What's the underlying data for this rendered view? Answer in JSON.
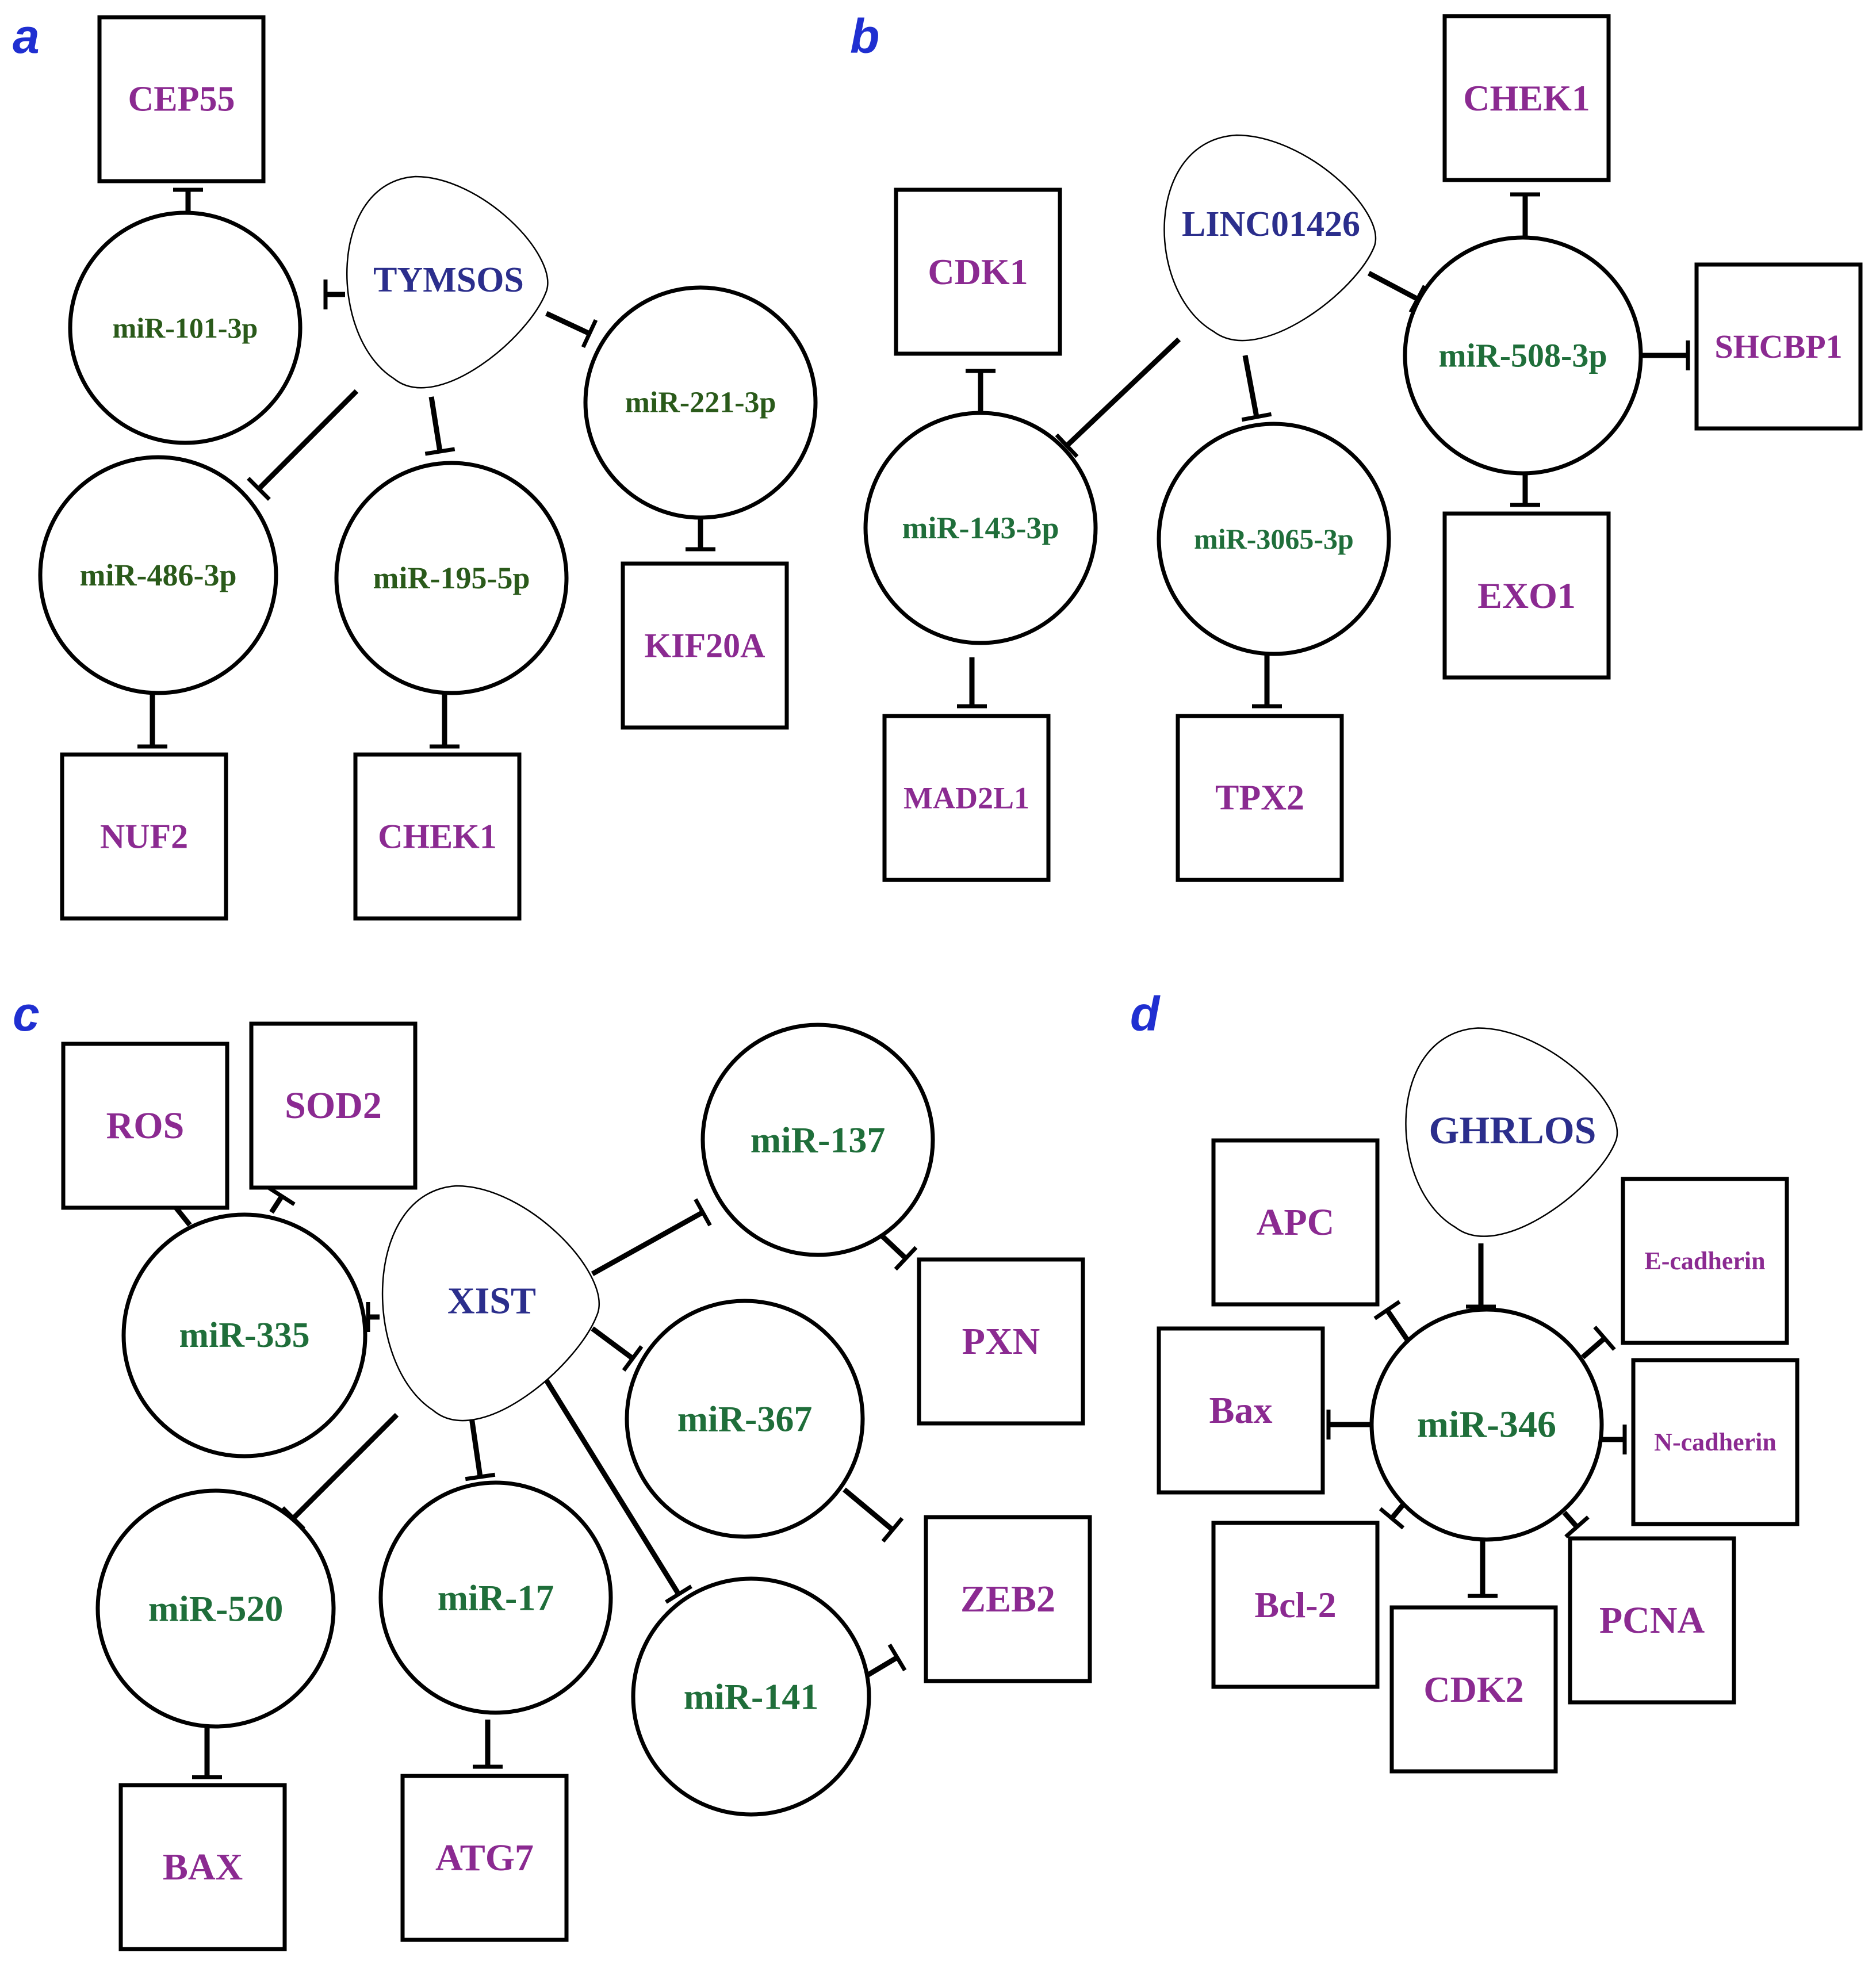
{
  "colors": {
    "lncrna_text": "#2b2e8c",
    "mirna_text": "#1f6e3a",
    "mirna_text_dark": "#2a5a1a",
    "gene_text": "#8b2a91",
    "panel_letter": "#1f2fd1",
    "line": "#000000"
  },
  "panels": [
    {
      "letter": "a",
      "lncrna": {
        "label": "TYMSOS"
      },
      "mirnas": [
        {
          "id": "a_m101",
          "label": "miR-101-3p"
        },
        {
          "id": "a_m486",
          "label": "miR-486-3p"
        },
        {
          "id": "a_m195",
          "label": "miR-195-5p"
        },
        {
          "id": "a_m221",
          "label": "miR-221-3p"
        }
      ],
      "genes": [
        {
          "id": "a_g1",
          "label": "CEP55"
        },
        {
          "id": "a_g2",
          "label": "NUF2"
        },
        {
          "id": "a_g3",
          "label": "CHEK1"
        },
        {
          "id": "a_g4",
          "label": "KIF20A"
        }
      ]
    },
    {
      "letter": "b",
      "lncrna": {
        "label": "LINC01426"
      },
      "mirnas": [
        {
          "id": "b_m143",
          "label": "miR-143-3p"
        },
        {
          "id": "b_m3065",
          "label": "miR-3065-3p"
        },
        {
          "id": "b_m508",
          "label": "miR-508-3p"
        }
      ],
      "genes": [
        {
          "id": "b_g1",
          "label": "CDK1"
        },
        {
          "id": "b_g2",
          "label": "MAD2L1"
        },
        {
          "id": "b_g3",
          "label": "TPX2"
        },
        {
          "id": "b_g4",
          "label": "CHEK1"
        },
        {
          "id": "b_g5",
          "label": "SHCBP1"
        },
        {
          "id": "b_g6",
          "label": "EXO1"
        }
      ]
    },
    {
      "letter": "c",
      "lncrna": {
        "label": "XIST"
      },
      "mirnas": [
        {
          "id": "c_m335",
          "label": "miR-335"
        },
        {
          "id": "c_m520",
          "label": "miR-520"
        },
        {
          "id": "c_m17",
          "label": "miR-17"
        },
        {
          "id": "c_m137",
          "label": "miR-137"
        },
        {
          "id": "c_m367",
          "label": "miR-367"
        },
        {
          "id": "c_m141",
          "label": "miR-141"
        }
      ],
      "genes": [
        {
          "id": "c_g1",
          "label": "ROS"
        },
        {
          "id": "c_g2",
          "label": "SOD2"
        },
        {
          "id": "c_g3",
          "label": "BAX"
        },
        {
          "id": "c_g4",
          "label": "ATG7"
        },
        {
          "id": "c_g5",
          "label": "PXN"
        },
        {
          "id": "c_g6",
          "label": "ZEB2"
        }
      ]
    },
    {
      "letter": "d",
      "lncrna": {
        "label": "GHRLOS"
      },
      "mirnas": [
        {
          "id": "d_m346",
          "label": "miR-346"
        }
      ],
      "genes": [
        {
          "id": "d_g1",
          "label": "APC"
        },
        {
          "id": "d_g2",
          "label": "Bax"
        },
        {
          "id": "d_g3",
          "label": "Bcl-2"
        },
        {
          "id": "d_g4",
          "label": "CDK2"
        },
        {
          "id": "d_g5",
          "label": "PCNA"
        },
        {
          "id": "d_g6",
          "label": "N-cadherin"
        },
        {
          "id": "d_g7",
          "label": "E-cadherin"
        }
      ]
    }
  ]
}
